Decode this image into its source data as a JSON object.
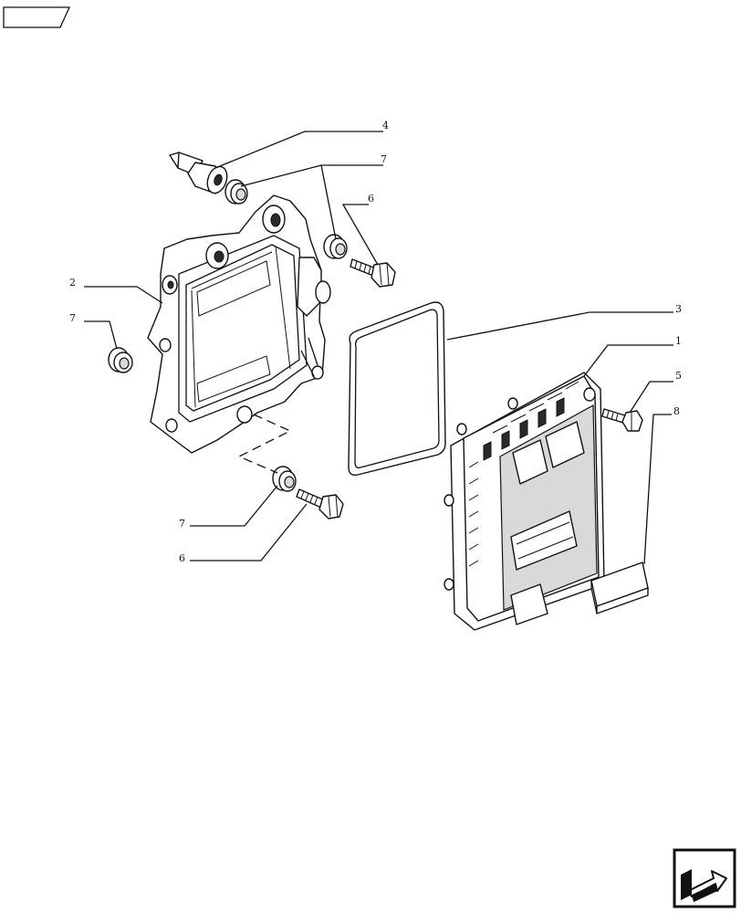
{
  "page_tab": {
    "label": ""
  },
  "callouts": [
    {
      "id": "c4",
      "number": "4"
    },
    {
      "id": "c7a",
      "number": "7"
    },
    {
      "id": "c6a",
      "number": "6"
    },
    {
      "id": "c2",
      "number": "2"
    },
    {
      "id": "c7b",
      "number": "7"
    },
    {
      "id": "c3",
      "number": "3"
    },
    {
      "id": "c1",
      "number": "1"
    },
    {
      "id": "c5",
      "number": "5"
    },
    {
      "id": "c8",
      "number": "8"
    },
    {
      "id": "c7c",
      "number": "7"
    },
    {
      "id": "c6b",
      "number": "6"
    }
  ],
  "nav_icon": {
    "name": "next-page-arrow-icon"
  }
}
